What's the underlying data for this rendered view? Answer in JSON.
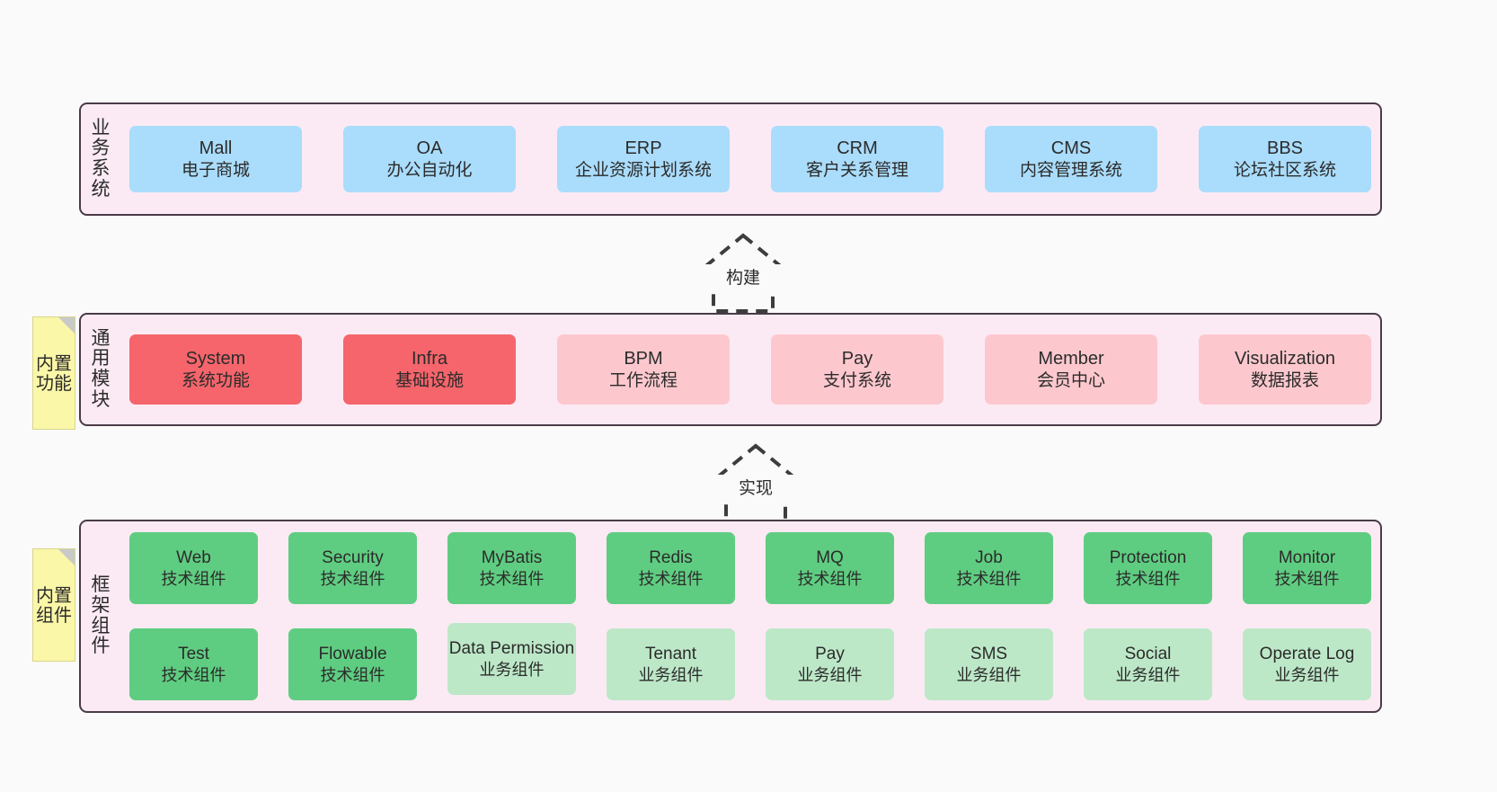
{
  "layers": {
    "business": {
      "title": "业务系统",
      "cards": [
        {
          "en": "Mall",
          "cn": "电子商城"
        },
        {
          "en": "OA",
          "cn": "办公自动化"
        },
        {
          "en": "ERP",
          "cn": "企业资源计划系统"
        },
        {
          "en": "CRM",
          "cn": "客户关系管理"
        },
        {
          "en": "CMS",
          "cn": "内容管理系统"
        },
        {
          "en": "BBS",
          "cn": "论坛社区系统"
        }
      ]
    },
    "modules": {
      "title": "通用模块",
      "note": "内置功能",
      "cards": [
        {
          "en": "System",
          "cn": "系统功能",
          "style": "solid"
        },
        {
          "en": "Infra",
          "cn": "基础设施",
          "style": "solid"
        },
        {
          "en": "BPM",
          "cn": "工作流程",
          "style": "light"
        },
        {
          "en": "Pay",
          "cn": "支付系统",
          "style": "light"
        },
        {
          "en": "Member",
          "cn": "会员中心",
          "style": "light"
        },
        {
          "en": "Visualization",
          "cn": "数据报表",
          "style": "light"
        }
      ]
    },
    "framework": {
      "title": "框架组件",
      "note": "内置组件",
      "row1": [
        {
          "en": "Web",
          "cn": "技术组件"
        },
        {
          "en": "Security",
          "cn": "技术组件"
        },
        {
          "en": "MyBatis",
          "cn": "技术组件"
        },
        {
          "en": "Redis",
          "cn": "技术组件"
        },
        {
          "en": "MQ",
          "cn": "技术组件"
        },
        {
          "en": "Job",
          "cn": "技术组件"
        },
        {
          "en": "Protection",
          "cn": "技术组件"
        },
        {
          "en": "Monitor",
          "cn": "技术组件"
        }
      ],
      "row2": [
        {
          "en": "Test",
          "cn": "技术组件",
          "style": "tech"
        },
        {
          "en": "Flowable",
          "cn": "技术组件",
          "style": "tech"
        },
        {
          "en": "Data Permission",
          "cn": "业务组件",
          "style": "biz",
          "tall": true
        },
        {
          "en": "Tenant",
          "cn": "业务组件",
          "style": "biz"
        },
        {
          "en": "Pay",
          "cn": "业务组件",
          "style": "biz"
        },
        {
          "en": "SMS",
          "cn": "业务组件",
          "style": "biz"
        },
        {
          "en": "Social",
          "cn": "业务组件",
          "style": "biz"
        },
        {
          "en": "Operate Log",
          "cn": "业务组件",
          "style": "biz"
        }
      ]
    }
  },
  "arrows": [
    {
      "label": "构建",
      "name": "arrow-build"
    },
    {
      "label": "实现",
      "name": "arrow-impl"
    }
  ],
  "colors": {
    "band_fill": "#fbeaf4",
    "band_border": "#4a3b47",
    "business_card": "#aadcfb",
    "module_solid": "#f5656b",
    "module_light": "#fcc8ce",
    "tech_component": "#5fcd81",
    "biz_component": "#bde8c8",
    "sticky_note": "#fbf7a8",
    "canvas": "#fafafa"
  }
}
